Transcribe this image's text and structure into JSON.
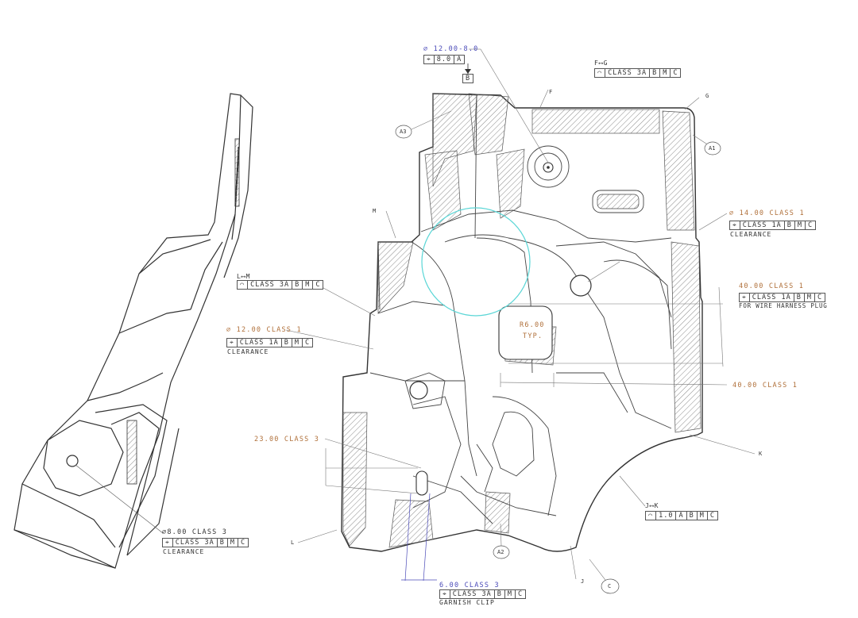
{
  "drawing": {
    "colors": {
      "line": "#333333",
      "hatch": "#888888",
      "dim_orange": "#b0703a",
      "dim_blue": "#4a4ab8",
      "highlight": "#5ad6d6"
    },
    "datums": {
      "a1": "A1",
      "a2": "A2",
      "a3": "A3",
      "f": "F",
      "g": "G",
      "m": "M",
      "l": "L",
      "j": "J",
      "k": "K",
      "c": "C"
    },
    "callouts": {
      "top_hole": {
        "dim": "⌀ 12.00-8.0",
        "fcf": [
          "⌖",
          "8.0",
          "A"
        ],
        "datum": "B"
      },
      "f_profile": {
        "label": "F⟷G",
        "fcf": [
          "⌒",
          "CLASS 3A",
          "B",
          "M",
          "C"
        ]
      },
      "right_hole": {
        "dim": "⌀ 14.00 CLASS 1",
        "fcf": [
          "⌖",
          "CLASS 1A",
          "B",
          "M",
          "C"
        ],
        "note": "CLEARANCE"
      },
      "harness": {
        "dim": "40.00 CLASS 1",
        "fcf": [
          "⌖",
          "CLASS 1A",
          "B",
          "M",
          "C"
        ],
        "note": "FOR WIRE HARNESS PLUG"
      },
      "width": {
        "dim": "40.00 CLASS 1"
      },
      "l_profile": {
        "label": "L⟷M",
        "fcf": [
          "⌒",
          "CLASS 3A",
          "B",
          "M",
          "C"
        ]
      },
      "left_hole": {
        "dim": "⌀ 12.00 CLASS 1",
        "fcf": [
          "⌖",
          "CLASS 1A",
          "B",
          "M",
          "C"
        ],
        "note": "CLEARANCE"
      },
      "radius": {
        "line1": "R6.00",
        "line2": "TYP."
      },
      "slot_height": {
        "dim": "23.00 CLASS 3"
      },
      "jk_profile": {
        "label": "J⟷K",
        "fcf": [
          "⌒",
          "1.0",
          "A",
          "B",
          "M",
          "C"
        ]
      },
      "side_hole": {
        "dim": "⌀8.00  CLASS 3",
        "fcf": [
          "⌖",
          "CLASS 3A",
          "B",
          "M",
          "C"
        ],
        "note": "CLEARANCE"
      },
      "clip": {
        "dim": "6.00 CLASS 3",
        "fcf": [
          "⌖",
          "CLASS 3A",
          "B",
          "M",
          "C"
        ],
        "note": "GARNISH CLIP"
      }
    }
  }
}
